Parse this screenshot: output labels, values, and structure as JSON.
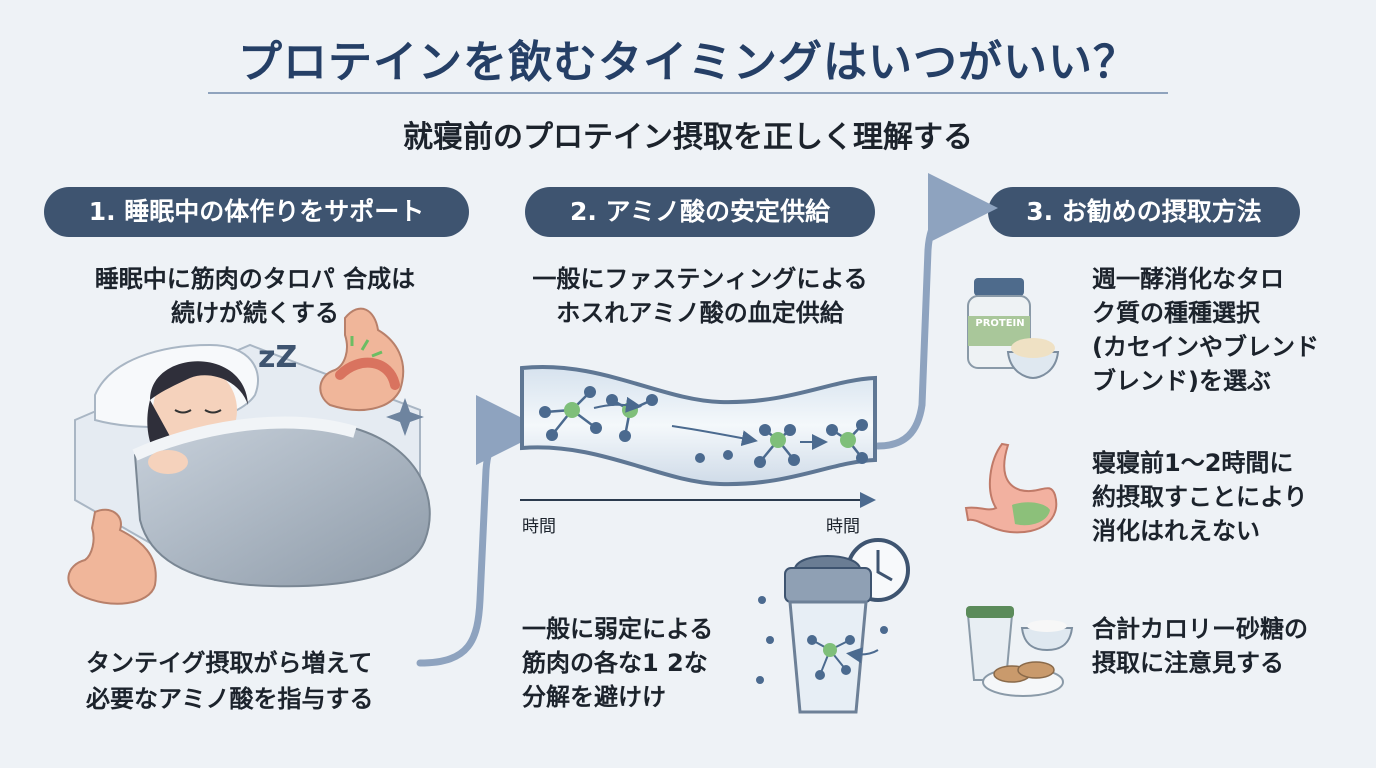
{
  "header": {
    "title": "プロテインを飲むタイミングはいつがいい？",
    "subtitle": "就寝前のプロテイン摂取を正しく理解する"
  },
  "sections": [
    {
      "heading": "1. 睡眠中の体作りをサポート",
      "caption_top_1": "睡眠中に筋肉のタロパ 合成は",
      "caption_top_2": "続けが続くする",
      "zzz": "zZ",
      "caption_bottom_1": "タンテイグ摂取がら増えて",
      "caption_bottom_2": "必要なアミノ酸を指与する"
    },
    {
      "heading": "2. アミノ酸の安定供給",
      "caption_top_1": "一般にファステンィングによる",
      "caption_top_2": "ホスれアミノ酸の血定供給",
      "axis_left": "時間",
      "axis_right": "時間",
      "caption_bottom_1": "一般に弱定による",
      "caption_bottom_2": "筋肉の各な1 2な",
      "caption_bottom_3": "分解を避けけ"
    },
    {
      "heading": "3. お勧めの摂取方法",
      "jar_label": "PROTEIN",
      "item1_lines": [
        "週一酵消化なタロ",
        "ク質の種種選択",
        "(カセインやブレンド",
        "ブレンド)を選ぶ"
      ],
      "item2_lines": [
        "寝寝前1〜2時間に",
        "約摂取すことにより",
        "消化はれえない"
      ],
      "item3_lines": [
        "合計カロリー砂糖の",
        "摂取に注意見する"
      ]
    }
  ],
  "colors": {
    "background": "#eef2f6",
    "title": "#253f66",
    "pill": "#3e5470",
    "arrow": "#8ea3bf",
    "molecule_green": "#7fbf7a",
    "molecule_blue": "#4b6a8f"
  }
}
